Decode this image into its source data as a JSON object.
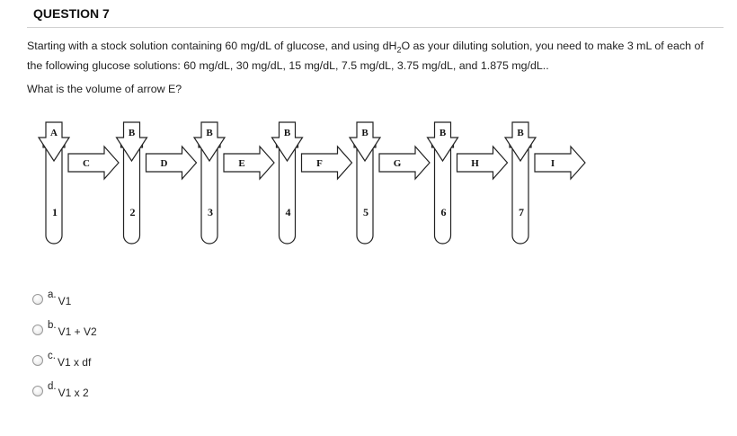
{
  "question": {
    "title": "QUESTION 7",
    "body_pre": "Starting with a stock solution containing 60 mg/dL of glucose, and using dH",
    "body_sub": "2",
    "body_post": "O as your diluting solution, you need to make 3 mL of each of the following glucose solutions: 60 mg/dL, 30 mg/dL, 15 mg/dL, 7.5 mg/dL, 3.75 mg/dL, and 1.875 mg/dL..",
    "prompt": "What is the volume of arrow E?"
  },
  "diagram": {
    "top_arrow_labels": [
      "A",
      "B",
      "B",
      "B",
      "B",
      "B",
      "B"
    ],
    "tube_numbers": [
      "1",
      "2",
      "3",
      "4",
      "5",
      "6",
      "7"
    ],
    "side_arrow_labels": [
      "C",
      "D",
      "E",
      "F",
      "G",
      "H",
      "I"
    ]
  },
  "options": [
    {
      "letter": "a.",
      "text": "V1"
    },
    {
      "letter": "b.",
      "text": "V1 + V2"
    },
    {
      "letter": "c.",
      "text": "V1 x df"
    },
    {
      "letter": "d.",
      "text": "V1 x 2"
    }
  ]
}
